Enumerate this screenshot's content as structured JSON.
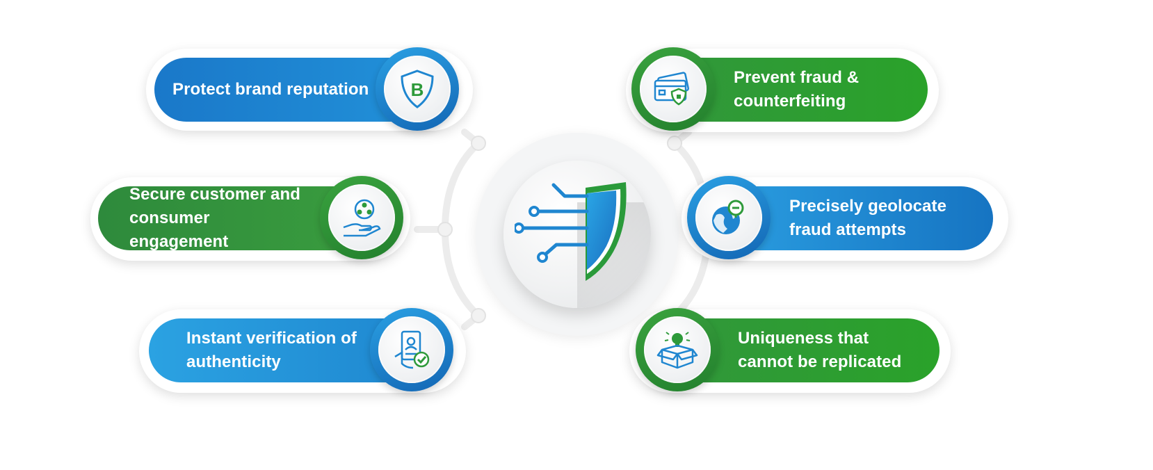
{
  "hub": {
    "icon": "circuit-shield-icon"
  },
  "colors": {
    "blue": "#1a78c9",
    "light_blue": "#2aa0e3",
    "green": "#2e8a3c",
    "bright_green": "#2aa22a",
    "connector": "#eeeeee"
  },
  "benefits": [
    {
      "label": "Protect brand reputation",
      "icon": "brand-shield-icon",
      "side": "left",
      "color": "blue"
    },
    {
      "label": "Secure customer and consumer engagement",
      "icon": "hand-network-icon",
      "side": "left",
      "color": "green"
    },
    {
      "label": "Instant verification of authenticity",
      "icon": "id-card-check-icon",
      "side": "left",
      "color": "blue"
    },
    {
      "label": "Prevent fraud & counterfeiting",
      "icon": "credit-card-lock-icon",
      "side": "right",
      "color": "green"
    },
    {
      "label": "Precisely geolocate fraud attempts",
      "icon": "globe-pin-icon",
      "side": "right",
      "color": "blue"
    },
    {
      "label": "Uniqueness that cannot be replicated",
      "icon": "box-lightbulb-icon",
      "side": "right",
      "color": "green"
    }
  ]
}
